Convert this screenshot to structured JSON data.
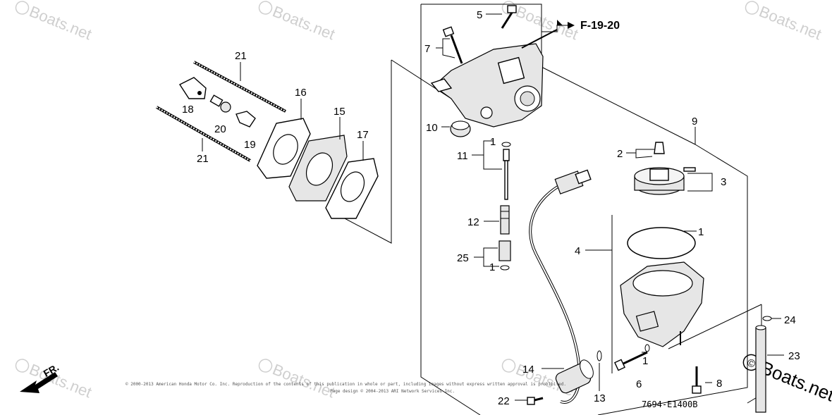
{
  "watermark": {
    "text": "Boats.net",
    "symbol": "©"
  },
  "reference": {
    "label": "F-19-20"
  },
  "diagram_code": "7694-E1400B",
  "front_label": "FR.",
  "copyright": {
    "line1": "© 2000-2013 American Honda Motor Co. Inc. Reproduction of the contents of this publication in whole or part, including images without express written approval is prohibited.",
    "line2": "Page design © 2004-2013 ARI Network Services Inc."
  },
  "callouts": {
    "c1a": "1",
    "c1b": "1",
    "c1c": "1",
    "c1d": "1",
    "c2": "2",
    "c3": "3",
    "c4": "4",
    "c5": "5",
    "c6": "6",
    "c7": "7",
    "c8": "8",
    "c9": "9",
    "c10": "10",
    "c11": "11",
    "c12": "12",
    "c13": "13",
    "c14": "14",
    "c15": "15",
    "c16": "16",
    "c17": "17",
    "c18": "18",
    "c19": "19",
    "c20": "20",
    "c21a": "21",
    "c21b": "21",
    "c22": "22",
    "c23": "23",
    "c24": "24",
    "c25": "25"
  }
}
